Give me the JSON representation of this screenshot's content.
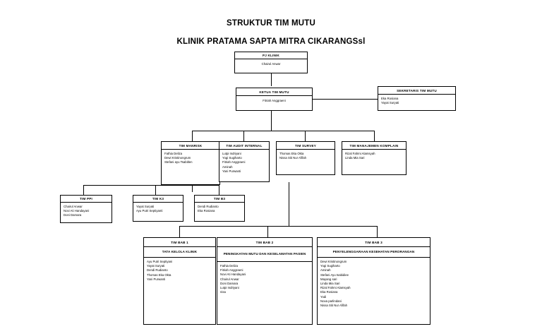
{
  "title": {
    "line1": "STRUKTUR TIM MUTU",
    "line2": "KLINIK PRATAMA SAPTA MITRA CIKARANGSsl"
  },
  "nodes": {
    "pj_klinik": {
      "header": "PJ KLINIK",
      "members": [
        "Chairul Anwar"
      ]
    },
    "ketua": {
      "header": "KETUA TIM MUTU",
      "members": [
        "Fitriah Anggraeni"
      ]
    },
    "sekretaris": {
      "header": "SEKRETARIS TIM MUTU",
      "members": [
        "Eka Rosiana",
        "Yayat Suryati"
      ]
    },
    "tim_manrisk": {
      "header": "TIM MANRISK",
      "members": [
        "Fathia Deliza",
        "Dewi Kristinongrum",
        "Stefani ayu Tsabitlen"
      ]
    },
    "tim_audit": {
      "header": "TIM AUDIT INTERNAL",
      "members": [
        "Lutpi Indriyani",
        "Yogi Sugiharto",
        "Fitriah Anggraeni",
        "Aminah",
        "Yani Purwanti"
      ]
    },
    "tim_survey": {
      "header": "TIM SURVEY",
      "members": [
        "Thomas Eka Okta",
        "Nissa Siti Nur Afifah"
      ]
    },
    "tim_komplain": {
      "header": "TIM MANAJEMEN KOMPLAIN",
      "members": [
        "Rizal Fahmi Alamsyah",
        "Linda Mia Sari"
      ]
    },
    "tim_ppi": {
      "header": "TIM PPI",
      "members": [
        "Chairul Anwar",
        "Novi Ati Handayani",
        "Doni Damara"
      ]
    },
    "tim_k3": {
      "header": "TIM K3",
      "members": [
        "Yayat Suryati",
        "Ayu Putri Septiyanti"
      ]
    },
    "tim_b3": {
      "header": "TIM B3",
      "members": [
        "Dendi Rudianto",
        "Eka Rosiana"
      ]
    },
    "tim_bab1": {
      "header": "TIM BAB 1",
      "subheader": "TATA KELOLA KLINIK",
      "members": [
        "Ayu Putri Septiyani",
        "Yayat Suryati",
        "Dendi Rudianto",
        "Thomas Eka Okta",
        "Yani Purwanti"
      ]
    },
    "tim_bab2": {
      "header": "TIM BAB 2",
      "subheader": "PENINGKATAN MUTU DAN KESELAMATAN PASIEN",
      "members": [
        "Fathia Deliza",
        "Fitriah Anggraeni",
        "Novi Ati Handayani",
        "Chairul Anwar",
        "Doni Damara",
        "Lutpi Indriyani",
        "nisa"
      ]
    },
    "tim_bab3": {
      "header": "TIM BAB 3",
      "subheader": "PENYELENGGARAAN KESEHATAN PERORANGAN",
      "members": [
        "Dewi Kristinongrum",
        "Yogi Sugiharto",
        "Aminah",
        "Stefani Ayu tsabidiee",
        "Mayang sari",
        "Linda Mia Sari",
        "Rizal Fahmi Alamsyah",
        "Eka Rosiana",
        "Yodi",
        "Nova  parlindani",
        "Nissa Siti Nur Afifah"
      ]
    }
  }
}
